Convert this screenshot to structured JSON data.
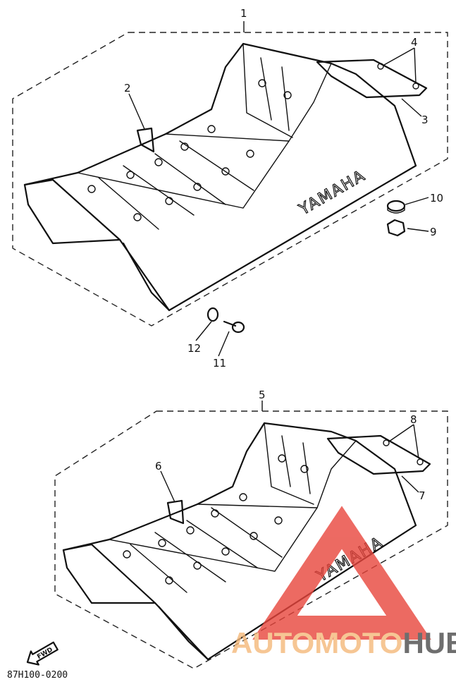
{
  "callouts": {
    "c1": "1",
    "c2": "2",
    "c3": "3",
    "c4": "4",
    "c5": "5",
    "c6": "6",
    "c7": "7",
    "c8": "8",
    "c9": "9",
    "c10": "10",
    "c11": "11",
    "c12": "12"
  },
  "seat_brand": "YAMAHA",
  "fwd_label": "FWD",
  "diagram_code": "87H100-0200",
  "watermark": {
    "part1": "AUTOMOTO",
    "part2": "HUB",
    "color1": "#f5b97a",
    "color2": "#4a4a4a",
    "triangle_color": "#e8453c"
  }
}
